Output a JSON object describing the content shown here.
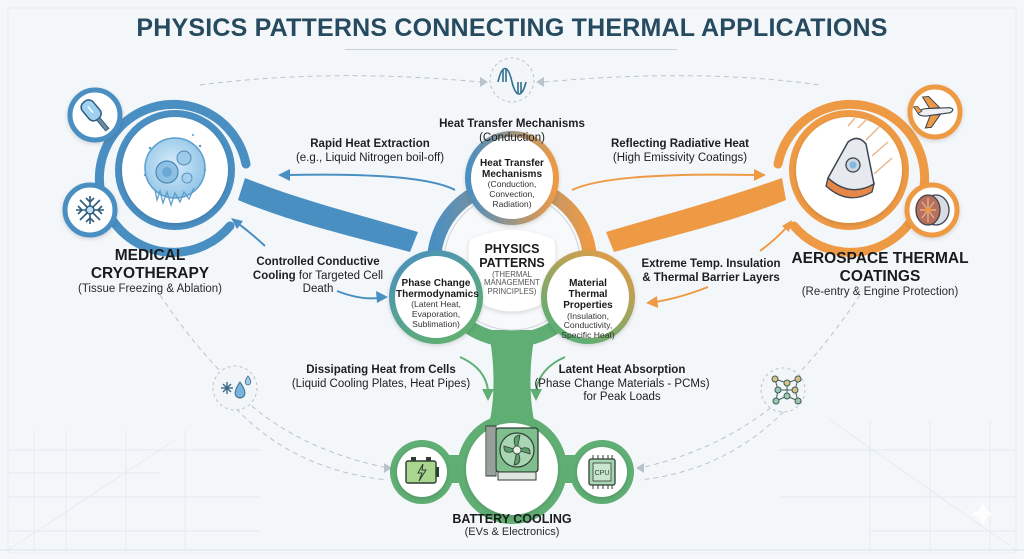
{
  "title": "PHYSICS PATTERNS CONNECTING THERMAL APPLICATIONS",
  "colors": {
    "medical": "#4a8fc2",
    "aerospace": "#ee9a45",
    "battery": "#5fae73",
    "title": "#264a5f",
    "background": "#f4f7fa"
  },
  "hub": {
    "title": "PHYSICS PATTERNS",
    "subtitle": "(THERMAL MANAGEMENT PRINCIPLES)",
    "nodes": [
      {
        "title": "Heat Transfer Mechanisms",
        "detail": "(Conduction, Convection, Radiation)"
      },
      {
        "title": "Phase Change Thermodynamics",
        "detail": "(Latent Heat, Evaporation, Sublimation)"
      },
      {
        "title": "Material Thermal Properties",
        "detail": "(Insulation, Conductivity, Specific Heat)"
      }
    ]
  },
  "top_label": {
    "title": "Heat Transfer Mechanisms",
    "detail": "(Conduction)"
  },
  "applications": {
    "medical": {
      "title_line1": "MEDICAL",
      "title_line2": "CRYOTHERAPY",
      "subtitle": "(Tissue Freezing & Ablation)",
      "icons": [
        "cell-icon",
        "cryoprobe-icon",
        "snowflake-icon"
      ]
    },
    "aerospace": {
      "title_line1": "AEROSPACE THERMAL",
      "title_line2": "COATINGS",
      "subtitle": "(Re-entry & Engine Protection)",
      "icons": [
        "reentry-capsule-icon",
        "airplane-icon",
        "jet-engine-icon"
      ]
    },
    "battery": {
      "title": "BATTERY COOLING",
      "subtitle": "(EVs & Electronics)",
      "icons": [
        "heatsink-fan-icon",
        "battery-icon",
        "cpu-icon"
      ],
      "cpu_text": "CPU"
    }
  },
  "annotations": {
    "rapid": {
      "title": "Rapid Heat Extraction",
      "detail": "(e.g., Liquid Nitrogen boil-off)"
    },
    "controlled": {
      "title": "Controlled Conductive",
      "title2": "Cooling",
      "detail_inline": " for Targeted Cell",
      "detail2": "Death"
    },
    "reflecting": {
      "title": "Reflecting Radiative Heat",
      "detail": "(High Emissivity Coatings)"
    },
    "extreme": {
      "title": "Extreme Temp. Insulation",
      "title2": "& Thermal Barrier Layers"
    },
    "dissipating": {
      "title": "Dissipating Heat from Cells",
      "detail": "(Liquid Cooling Plates, Heat Pipes)"
    },
    "latent": {
      "title": "Latent Heat Absorption",
      "detail": "(Phase Change Materials - PCMs)",
      "detail2": "for Peak Loads"
    }
  },
  "connector_icons": [
    "wave-icon",
    "snow-water-icon",
    "lattice-icon"
  ]
}
